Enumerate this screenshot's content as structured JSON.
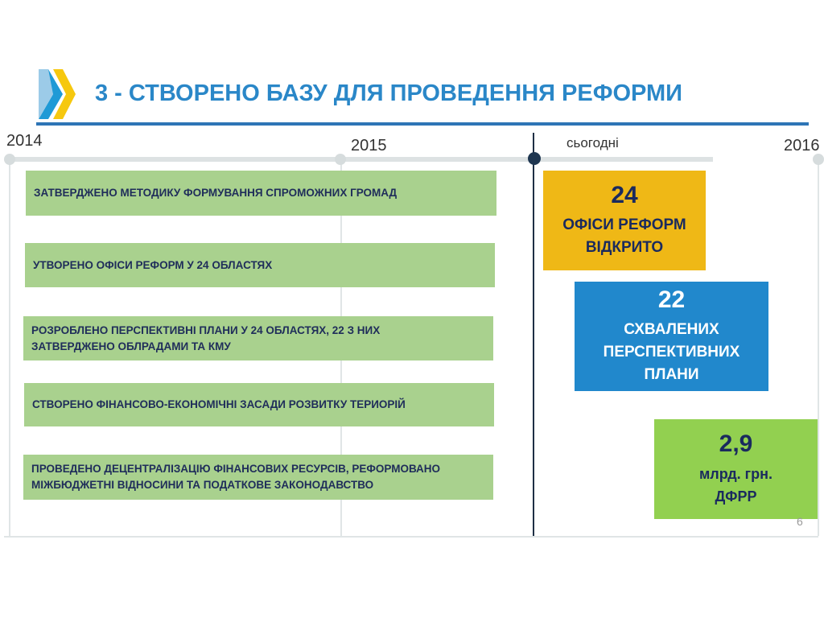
{
  "title": "3 - СТВОРЕНО БАЗУ ДЛЯ ПРОВЕДЕННЯ РЕФОРМИ",
  "timeline": {
    "y2014": "2014",
    "y2015": "2015",
    "today": "сьогодні",
    "y2016": "2016"
  },
  "achievements": [
    {
      "line1": "ЗАТВЕРДЖЕНО МЕТОДИКУ ФОРМУВАННЯ СПРОМОЖНИХ ГРОМАД",
      "line2": ""
    },
    {
      "line1": "УТВОРЕНО ОФІСИ РЕФОРМ У 24 ОБЛАСТЯХ",
      "line2": ""
    },
    {
      "line1": "РОЗРОБЛЕНО ПЕРСПЕКТИВНІ ПЛАНИ У 24 ОБЛАСТЯХ, 22 З НИХ",
      "line2": "ЗАТВЕРДЖЕНО ОБЛРАДАМИ  ТА КМУ"
    },
    {
      "line1": "СТВОРЕНО ФІНАНСОВО-ЕКОНОМІЧНІ ЗАСАДИ РОЗВИТКУ ТЕРИОРІЙ",
      "line2": ""
    },
    {
      "line1": "ПРОВЕДЕНО ДЕЦЕНТРАЛІЗАЦІЮ ФІНАНСОВИХ РЕСУРСІВ, РЕФОРМОВАНО",
      "line2": "МІЖБЮДЖЕТНІ ВІДНОСИНИ ТА ПОДАТКОВЕ ЗАКОНОДАВСТВО"
    }
  ],
  "stats": [
    {
      "number": "24",
      "l1": "ОФІСИ РЕФОРМ",
      "l2": "ВІДКРИТО",
      "l3": "",
      "color": "#efb816"
    },
    {
      "number": "22",
      "l1": "СХВАЛЕНИХ",
      "l2": "ПЕРСПЕКТИВНИХ",
      "l3": "ПЛАНИ",
      "color": "#2188cc"
    },
    {
      "number": "2,9",
      "l1": "млрд. грн.",
      "l2": "ДФРР",
      "l3": "",
      "color": "#92d050"
    }
  ],
  "page_number": "6"
}
